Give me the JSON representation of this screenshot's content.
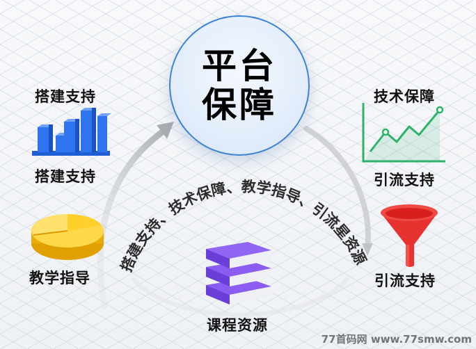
{
  "center": {
    "line1": "平台",
    "line2": "保障",
    "border_color": "#3b82d6"
  },
  "nodes": {
    "top_left": {
      "title": "搭建支持",
      "subtitle": "搭建支持",
      "icon": "bar-chart-3d-icon",
      "color": "#2f6fe4"
    },
    "bottom_left": {
      "label": "教学指导",
      "icon": "pie-chart-3d-icon",
      "color": "#f5c518"
    },
    "top_right": {
      "title": "技术保障",
      "subtitle": "引流支持",
      "icon": "line-chart-icon",
      "color": "#2fb36b"
    },
    "bottom_right": {
      "label": "引流支持",
      "icon": "funnel-icon",
      "color": "#e8322f"
    },
    "bottom_center": {
      "label": "课程资源",
      "icon": "book-stack-icon",
      "color": "#7b4ce6"
    }
  },
  "arc_text": "搭建支持、技术保障、教学指导、引流星资源",
  "watermark": "77首码网 www.77smw.com"
}
